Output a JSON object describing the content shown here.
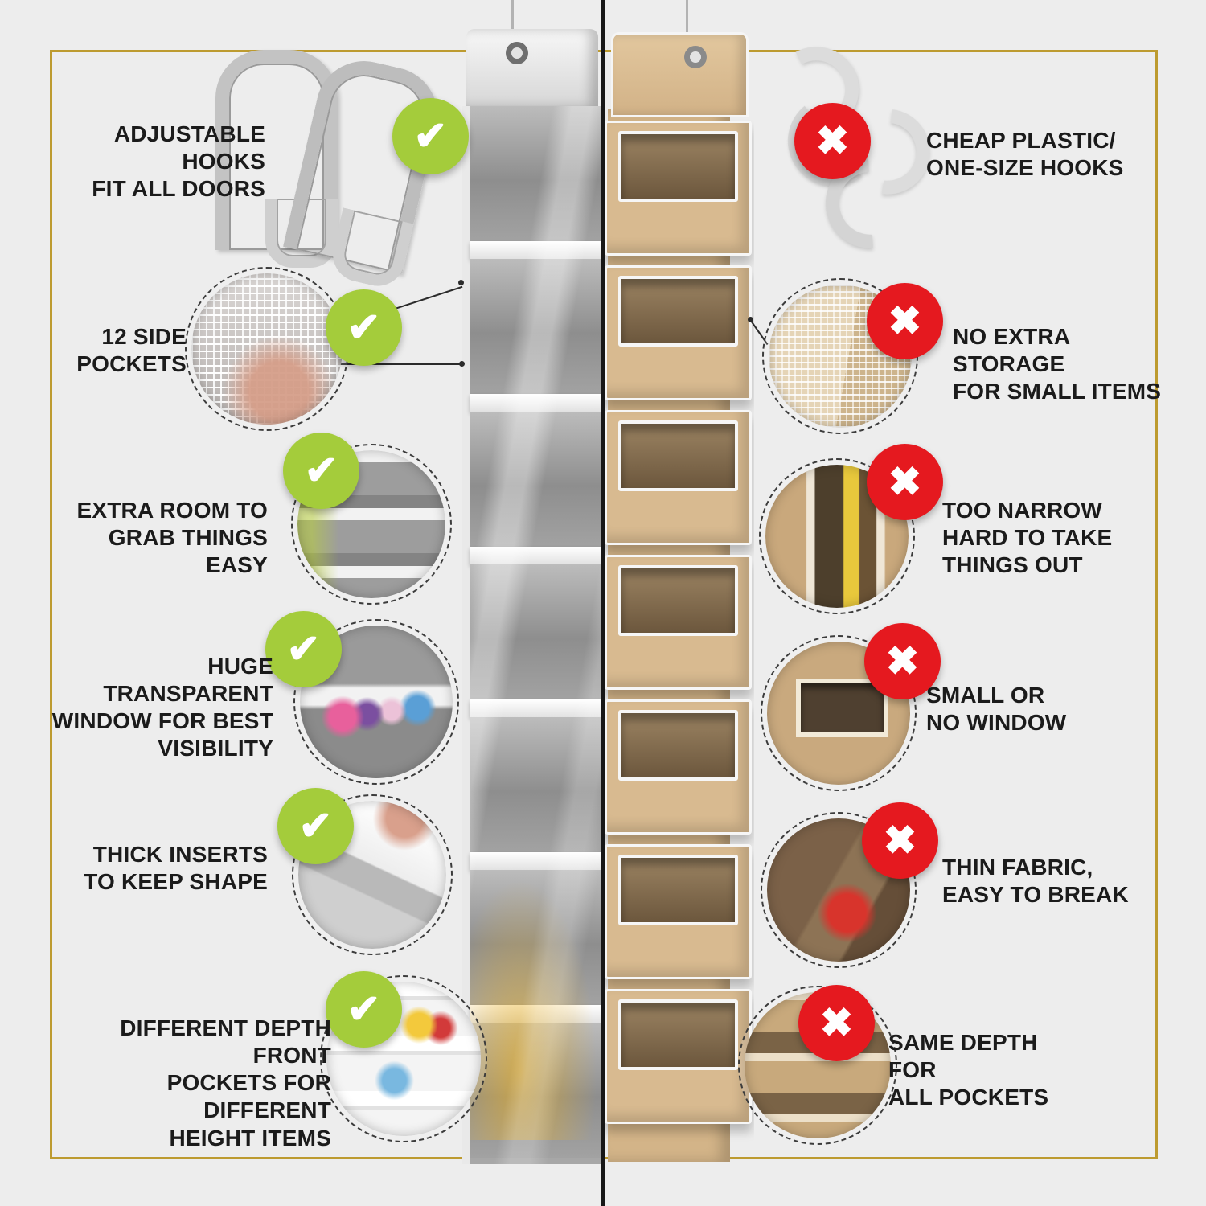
{
  "icons": {
    "check": "✔",
    "cross": "✖"
  },
  "colors": {
    "background": "#ededed",
    "accent_green": "#a4cc3b",
    "accent_red": "#e5191f",
    "gold_frame": "#bd9b30",
    "organizer_beige": "#d8ba90",
    "organizer_gray": "#9b9b9b"
  },
  "features": {
    "left": [
      {
        "label": "ADJUSTABLE HOOKS\nFIT ALL DOORS"
      },
      {
        "label": "12 SIDE\nPOCKETS"
      },
      {
        "label": "EXTRA ROOM TO\nGRAB THINGS EASY"
      },
      {
        "label": "HUGE TRANSPARENT\nWINDOW FOR BEST\nVISIBILITY"
      },
      {
        "label": "THICK INSERTS\nTO KEEP SHAPE"
      },
      {
        "label": "DIFFERENT DEPTH FRONT\nPOCKETS FOR DIFFERENT\nHEIGHT ITEMS"
      }
    ],
    "right": [
      {
        "label": "CHEAP PLASTIC/\nONE-SIZE HOOKS"
      },
      {
        "label": "NO EXTRA STORAGE\nFOR SMALL ITEMS"
      },
      {
        "label": "TOO NARROW\nHARD TO TAKE\nTHINGS OUT"
      },
      {
        "label": "SMALL OR\nNO WINDOW"
      },
      {
        "label": "THIN FABRIC,\nEASY TO BREAK"
      },
      {
        "label": "SAME DEPTH FOR\nALL POCKETS"
      }
    ]
  }
}
